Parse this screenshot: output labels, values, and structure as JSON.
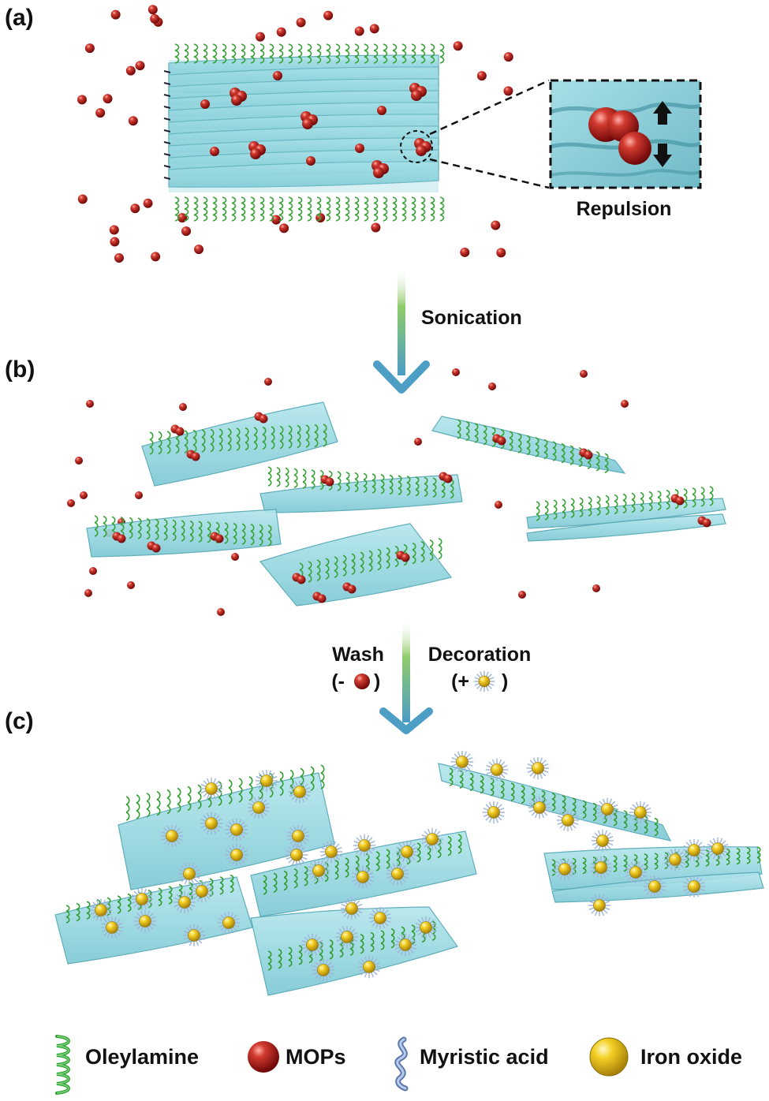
{
  "panels": {
    "a": {
      "label": "(a)"
    },
    "b": {
      "label": "(b)"
    },
    "c": {
      "label": "(c)"
    }
  },
  "inset": {
    "label": "Repulsion"
  },
  "steps": {
    "sonication": "Sonication",
    "wash": "Wash",
    "wash_paren_open": "(-",
    "wash_paren_close": ")",
    "decoration": "Decoration",
    "decoration_paren_open": "(+",
    "decoration_paren_close": ")"
  },
  "legend": [
    {
      "icon": "oleylamine-icon",
      "label": "Oleylamine"
    },
    {
      "icon": "mop-icon",
      "label": "MOPs"
    },
    {
      "icon": "myristic-acid-icon",
      "label": "Myristic acid"
    },
    {
      "icon": "iron-oxide-icon",
      "label": "Iron oxide"
    }
  ],
  "colors": {
    "sheet": "#8fd3dc",
    "sheet_edge": "#4fa6b4",
    "oleylamine": "#3aa63a",
    "mop": "#b81c1c",
    "myristic_acid": "#9ab0d8",
    "iron_oxide": "#f2cc1e",
    "arrow_top": "#7cc66a",
    "arrow_bottom": "#4c9ec4"
  }
}
